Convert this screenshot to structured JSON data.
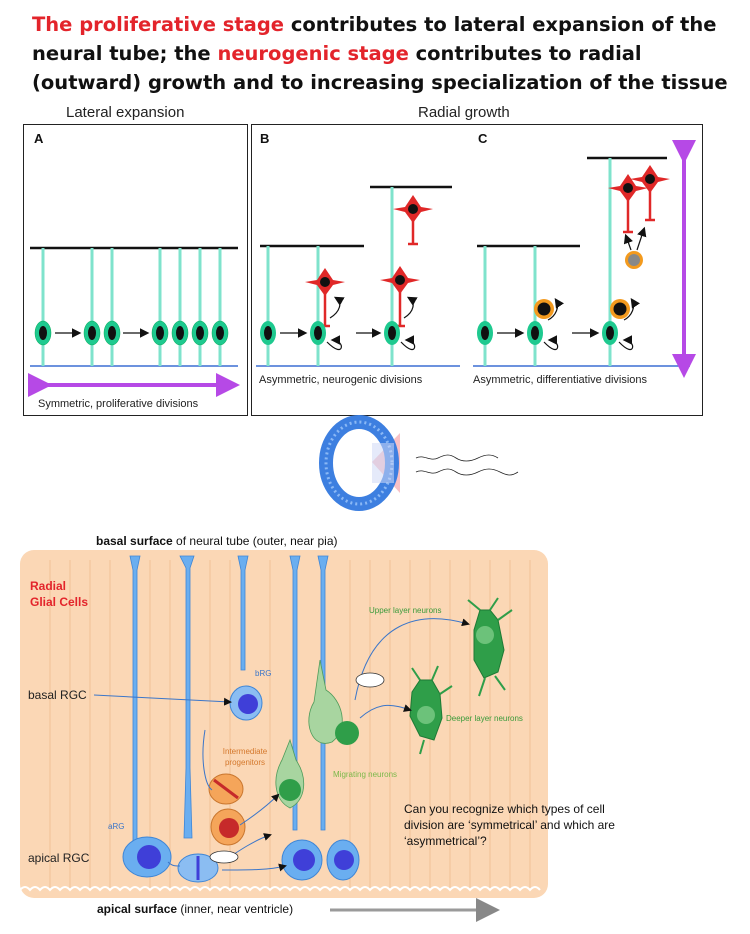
{
  "title": {
    "t1_red": "The proliferative stage",
    "t1": " contributes to lateral expansion of the neural tube; the ",
    "t2_red": "neurogenic stage",
    "t2": " contributes to radial (outward) growth and to increasing specialization of the tissue"
  },
  "headers": {
    "lateral": "Lateral expansion",
    "radial": "Radial growth"
  },
  "panels": {
    "a": {
      "label": "A",
      "caption": "Symmetric, proliferative divisions"
    },
    "b": {
      "label": "B",
      "caption": "Asymmetric, neurogenic divisions"
    },
    "c": {
      "label": "C",
      "caption": "Asymmetric, differentiative divisions"
    }
  },
  "bottom": {
    "basal_surface_bold": "basal surface",
    "basal_surface_rest": " of neural tube (outer, near pia)",
    "radial_glial": "Radial Glial Cells",
    "basal_rgc": "basal RGC",
    "apical_rgc": "apical RGC",
    "brg": "bRG",
    "arg": "aRG",
    "intermediate": "Intermediate progenitors",
    "upper": "Upper layer neurons",
    "deeper": "Deeper layer neurons",
    "migrating": "Migrating neurons",
    "question": "Can you recognize which types of cell division are ‘symmetrical’ and which are ‘asymmetrical’?",
    "apical_surface_bold": "apical surface",
    "apical_surface_rest": " (inner, near ventricle)"
  },
  "colors": {
    "title_red": "#e3242b",
    "fiber": "#7fe3cc",
    "cell": "#1ec98f",
    "neuron": "#e02828",
    "orange": "#f39a1e",
    "purple": "#b649e6",
    "blue_line": "#3b6fd4",
    "glia": "#6aaef0",
    "tissue": "#fbd7b5",
    "green_neuron": "#2f9e49"
  }
}
